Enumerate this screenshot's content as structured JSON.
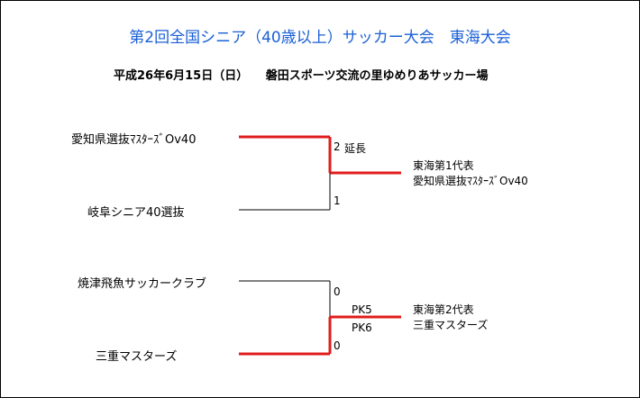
{
  "title": "第2回全国シニア（40歳以上）サッカー大会　東海大会",
  "subtitle": "平成26年6月15日（日）　　磐田スポーツ交流の里ゆめりあサッカー場",
  "colors": {
    "title": "#1a5fd6",
    "win_line": "#e01c1c",
    "lose_line": "#000000"
  },
  "match1": {
    "team_top": "愛知県選抜ﾏｽﾀｰｽﾞOv40",
    "team_bottom": "岐阜シニア40選抜",
    "score_top": "2",
    "score_bottom": "1",
    "note": "延長",
    "winner_label": "東海第1代表",
    "winner_name": "愛知県選抜ﾏｽﾀｰｽﾞOv40"
  },
  "match2": {
    "team_top": "焼津飛魚サッカークラブ",
    "team_bottom": "三重マスターズ",
    "score_top": "0",
    "score_bottom": "0",
    "pk_top": "PK5",
    "pk_bottom": "PK6",
    "winner_label": "東海第2代表",
    "winner_name": "三重マスターズ"
  }
}
